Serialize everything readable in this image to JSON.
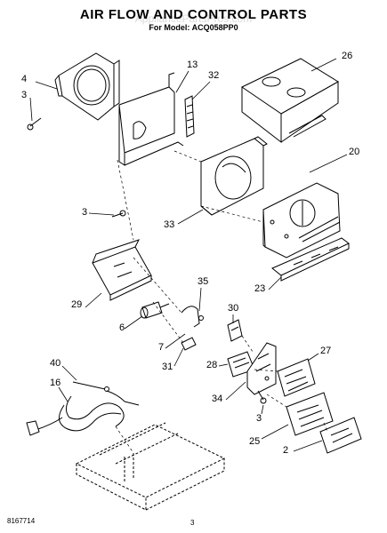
{
  "header": {
    "title": "AIR FLOW AND CONTROL PARTS",
    "subtitle": "For Model: ACQ058PP0",
    "watermark": "AppliancePartsPros.com"
  },
  "callouts": [
    "4",
    "3",
    "13",
    "32",
    "26",
    "20",
    "3",
    "33",
    "29",
    "35",
    "6",
    "30",
    "7",
    "31",
    "28",
    "27",
    "40",
    "16",
    "34",
    "3",
    "25",
    "2",
    "23"
  ],
  "footer": {
    "doc_number": "8167714",
    "page_number": "3"
  }
}
